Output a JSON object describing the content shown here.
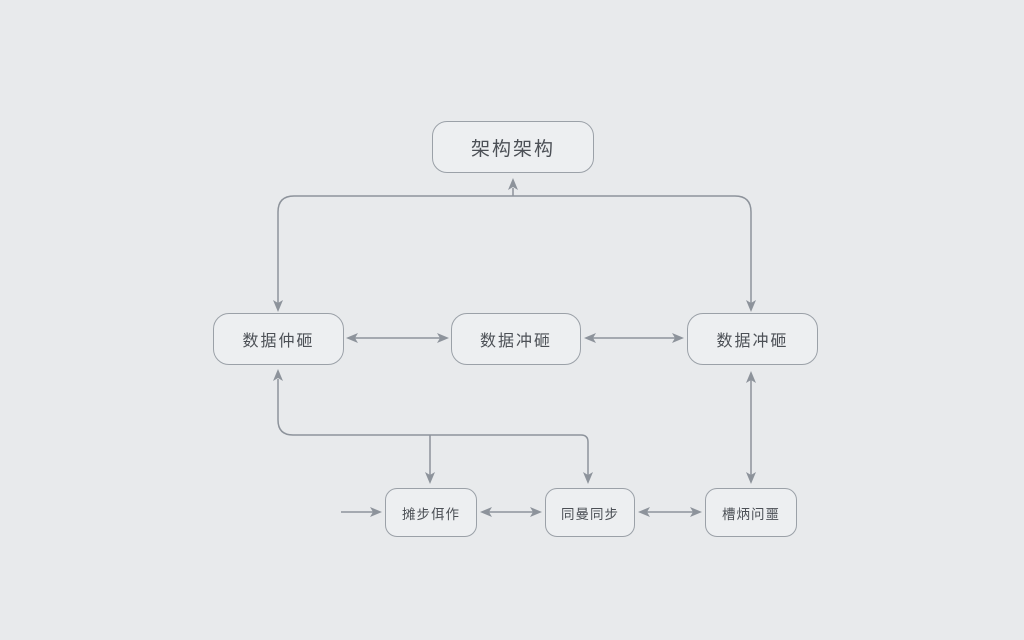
{
  "diagram": {
    "colors": {
      "background": "#e8eaec",
      "node_fill": "#edeff1",
      "node_border": "#9ba1a8",
      "connector": "#8d939b",
      "text": "#4c5056"
    },
    "nodes": {
      "top": {
        "label": "架构架构"
      },
      "mid_left": {
        "label": "数据仲砸"
      },
      "mid_center": {
        "label": "数据冲砸"
      },
      "mid_right": {
        "label": "数据冲砸"
      },
      "bottom_left": {
        "label": "摊步佴作"
      },
      "bottom_center": {
        "label": "同曼同步"
      },
      "bottom_right": {
        "label": "槽炳问噩"
      }
    },
    "edges": [
      {
        "source": "mid_left",
        "target": "top",
        "direction": "both",
        "shape": "rounded-tree"
      },
      {
        "source": "mid_right",
        "target": "top",
        "direction": "both",
        "shape": "rounded-tree"
      },
      {
        "source": "mid_left",
        "target": "mid_center",
        "direction": "both",
        "shape": "straight"
      },
      {
        "source": "mid_center",
        "target": "mid_right",
        "direction": "both",
        "shape": "straight"
      },
      {
        "source": "mid_left",
        "target": "bottom_left",
        "direction": "both",
        "shape": "rounded-elbow"
      },
      {
        "source": "mid_left",
        "target": "bottom_center",
        "direction": "both",
        "shape": "rounded-elbow"
      },
      {
        "source": "mid_right",
        "target": "bottom_right",
        "direction": "both",
        "shape": "straight"
      },
      {
        "source": "bottom_left",
        "target": "bottom_center",
        "direction": "both",
        "shape": "straight"
      },
      {
        "source": "bottom_center",
        "target": "bottom_right",
        "direction": "both",
        "shape": "straight"
      },
      {
        "source": null,
        "target": "bottom_left",
        "direction": "forward",
        "shape": "stub-from-left"
      }
    ]
  }
}
